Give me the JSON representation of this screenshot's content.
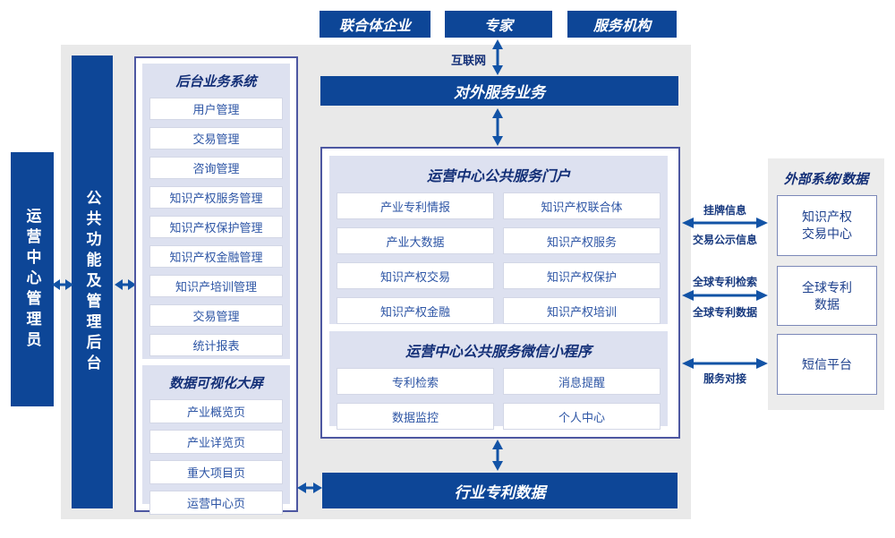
{
  "top_actors": [
    "联合体企业",
    "专家",
    "服务机构"
  ],
  "internet_label": "互联网",
  "external_service_bar": "对外服务业务",
  "admin_box": "运营中心管理员",
  "backend_functions_bar": "公共功能及管理后台",
  "backend_system_panel": {
    "title": "后台业务系统",
    "items": [
      "用户管理",
      "交易管理",
      "咨询管理",
      "知识产权服务管理",
      "知识产权保护管理",
      "知识产权金融管理",
      "知识产培训管理",
      "交易管理",
      "统计报表"
    ]
  },
  "dataviz_panel": {
    "title": "数据可视化大屏",
    "items": [
      "产业概览页",
      "产业详览页",
      "重大项目页",
      "运营中心页"
    ]
  },
  "portal_panel": {
    "title": "运营中心公共服务门户",
    "items": [
      "产业专利情报",
      "知识产权联合体",
      "产业大数据",
      "知识产权服务",
      "知识产权交易",
      "知识产权保护",
      "知识产权金融",
      "知识产权培训"
    ]
  },
  "miniprogram_panel": {
    "title": "运营中心公共服务微信小程序",
    "items": [
      "专利检索",
      "消息提醒",
      "数据监控",
      "个人中心"
    ]
  },
  "industry_data_bar": "行业专利数据",
  "external_panel": {
    "title": "外部系统/数据",
    "boxes": [
      "知识产权\n交易中心",
      "全球专利\n数据",
      "短信平台"
    ]
  },
  "link_labels": {
    "link1_top": "挂牌信息",
    "link1_bottom": "交易公示信息",
    "link2_top": "全球专利检索",
    "link2_bottom": "全球专利数据",
    "link3_bottom": "服务对接"
  },
  "colors": {
    "primary_blue": "#0d4697",
    "arrow_blue": "#1253a6",
    "panel_lavender": "#dde1f0",
    "navy_text": "#17397f",
    "background_gray": "#e9e9e9"
  }
}
